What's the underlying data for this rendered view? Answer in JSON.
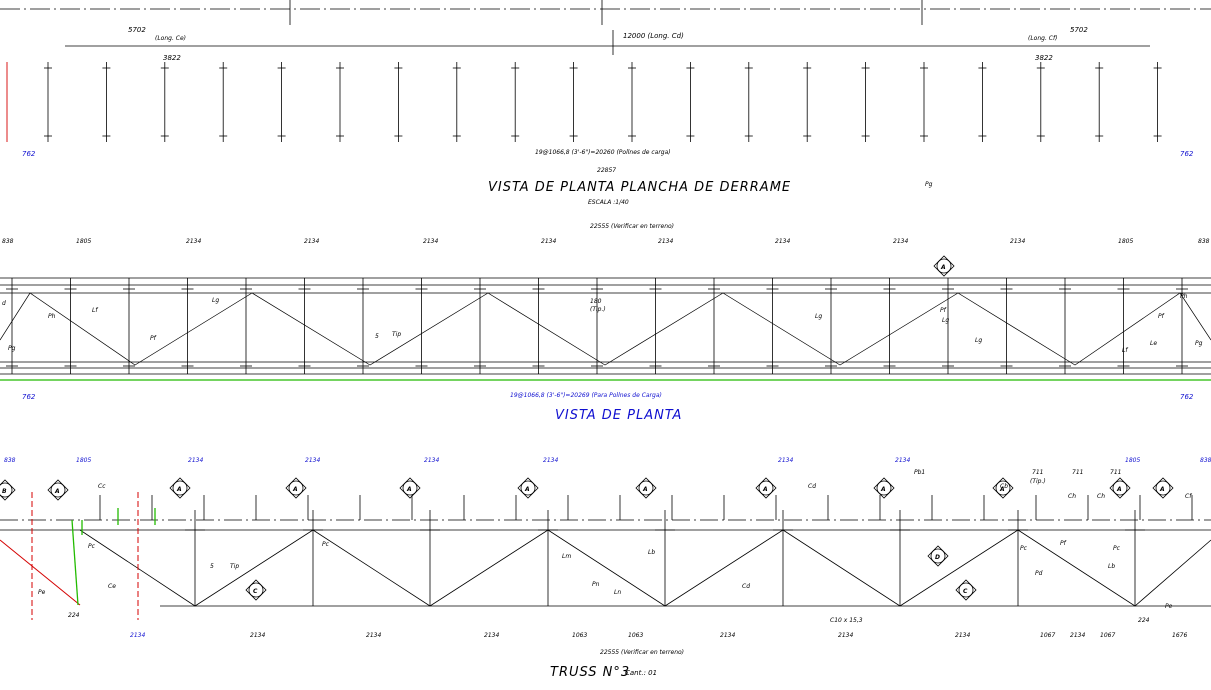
{
  "plan_plate": {
    "dims_top": [
      "5702",
      "12000 (Long. Cd)",
      "5702"
    ],
    "long_labels": [
      "(Long. Ce)",
      "(Long. Cf)"
    ],
    "dims_3822": [
      "3822",
      "3822"
    ],
    "left_762": "762",
    "right_762": "762",
    "note": "19@1066,8 (3'-6\")=20260 (Pollnes de carga)",
    "total": "22857",
    "title": "VISTA DE PLANTA PLANCHA DE DERRAME",
    "scale": "ESCALA :1/40",
    "pg_label": "Pg"
  },
  "plan_view": {
    "verify_note": "22555 (Verificar en terreno)",
    "dims": [
      "838",
      "1805",
      "2134",
      "2134",
      "2134",
      "2134",
      "2134",
      "2134",
      "2134",
      "2134",
      "1805",
      "838"
    ],
    "labels": [
      "d",
      "Ph",
      "Lf",
      "Pg",
      "Lg",
      "Pf",
      "5",
      "Tip",
      "Lg",
      "Lg",
      "Lg",
      "Pf",
      "Pf",
      "Lf",
      "Le",
      "Pg",
      "Ph"
    ],
    "dim_180": "180",
    "dim_tip": "(Tip.)",
    "left_762": "762",
    "right_762": "762",
    "note": "19@1066,8 (3'-6\")=20269 (Para Pollnes de Carga)",
    "title": "VISTA DE PLANTA"
  },
  "truss": {
    "top_dims": [
      "838",
      "1805",
      "2134",
      "2134",
      "2134",
      "2134",
      "2134",
      "2134",
      "1805",
      "838"
    ],
    "member_labels": [
      "Cc",
      "Pc",
      "Ce",
      "Pe",
      "5",
      "Tip",
      "Pc",
      "Lm",
      "Lb",
      "Pn",
      "Ln",
      "Cd",
      "Cd",
      "Pb1",
      "Cb",
      "Pc",
      "Pd",
      "Pf",
      "Pc",
      "Lb",
      "Ch",
      "Ch",
      "Pe",
      "Cf"
    ],
    "dim_711": [
      "711",
      "711",
      "711"
    ],
    "tip": "(Tip.)",
    "bottom_dims": [
      "2134",
      "2134",
      "2134",
      "2134",
      "1063",
      "1063",
      "2134",
      "2134",
      "2134",
      "1067",
      "2134",
      "1067",
      "1676"
    ],
    "dim_224": [
      "224",
      "224"
    ],
    "section_label": "C10 x 15,3",
    "verify_note": "22555 (Verificar en terreno)",
    "title": "TRUSS N°3",
    "qty": "Cant.: 01"
  },
  "markers": {
    "a": "A",
    "b": "B",
    "c": "C",
    "d": "D"
  },
  "colors": {
    "line": "#000000",
    "red": "#d40000",
    "green": "#22bb00",
    "blue": "#1010d0",
    "yellow": "#e8c000"
  }
}
